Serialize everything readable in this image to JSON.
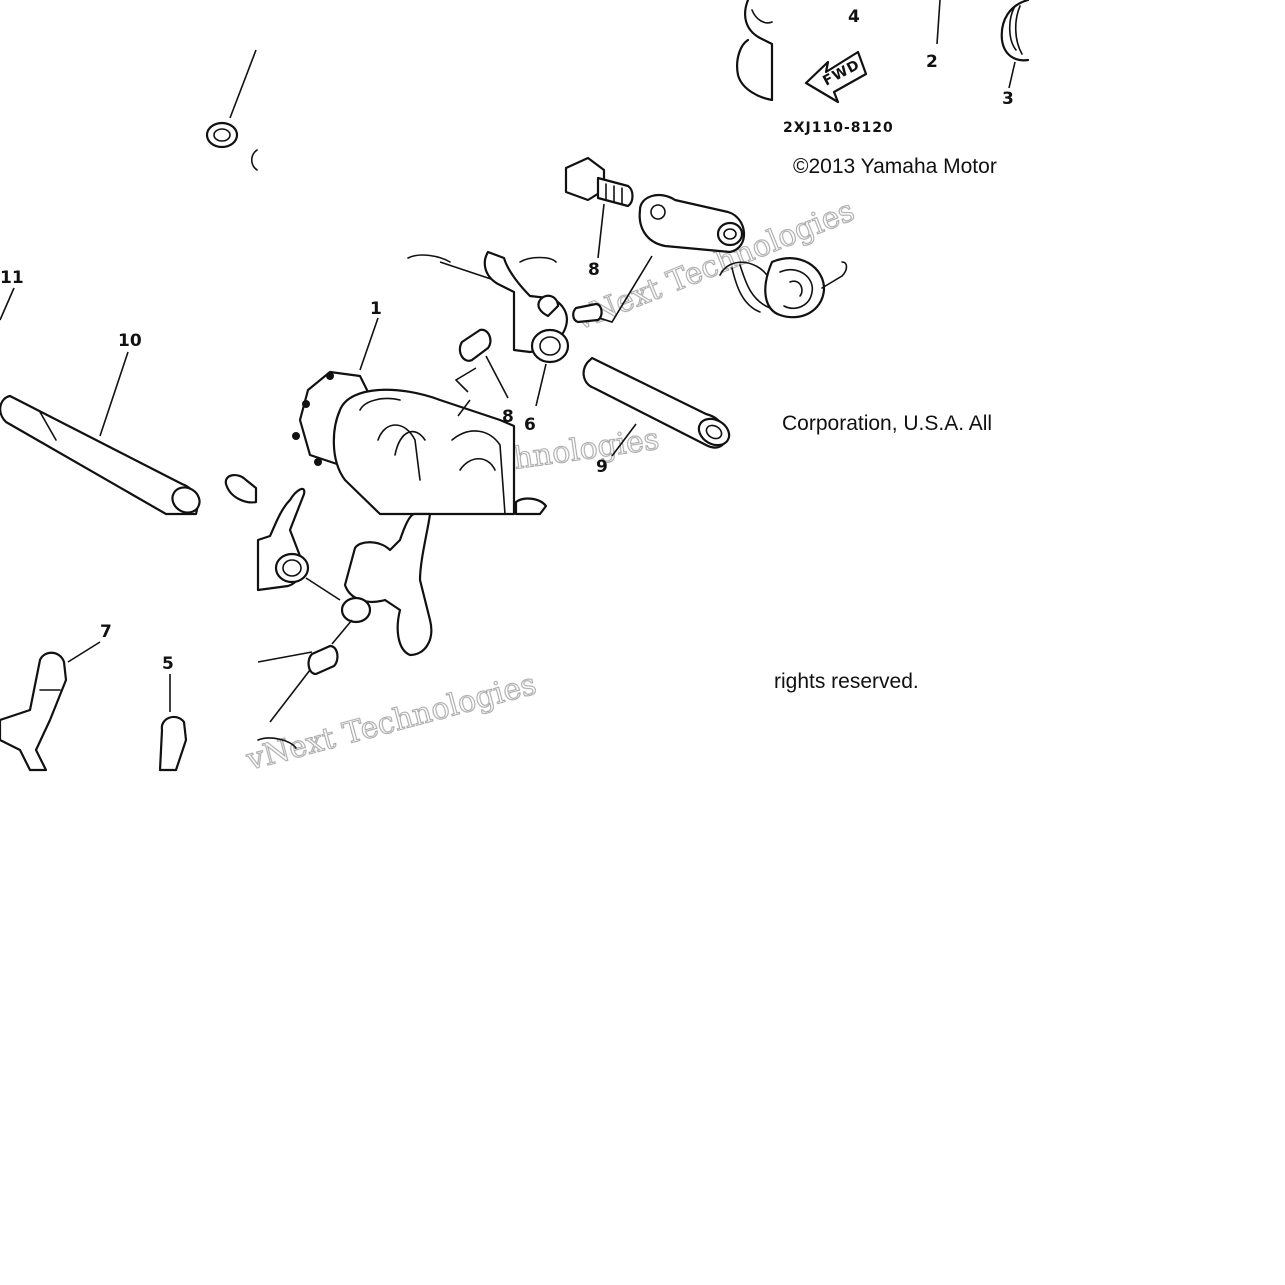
{
  "diagram": {
    "part_code": "2XJ110-8120",
    "fwd_label": "FWD",
    "copyright": {
      "line1": "©2013 Yamaha Motor",
      "line2": "Corporation, U.S.A. All",
      "line3": "rights reserved."
    },
    "watermark_text": "vNext Technologies",
    "callouts": [
      "1",
      "2",
      "3",
      "4",
      "5",
      "6",
      "7",
      "8",
      "8",
      "9",
      "10",
      "11"
    ]
  }
}
